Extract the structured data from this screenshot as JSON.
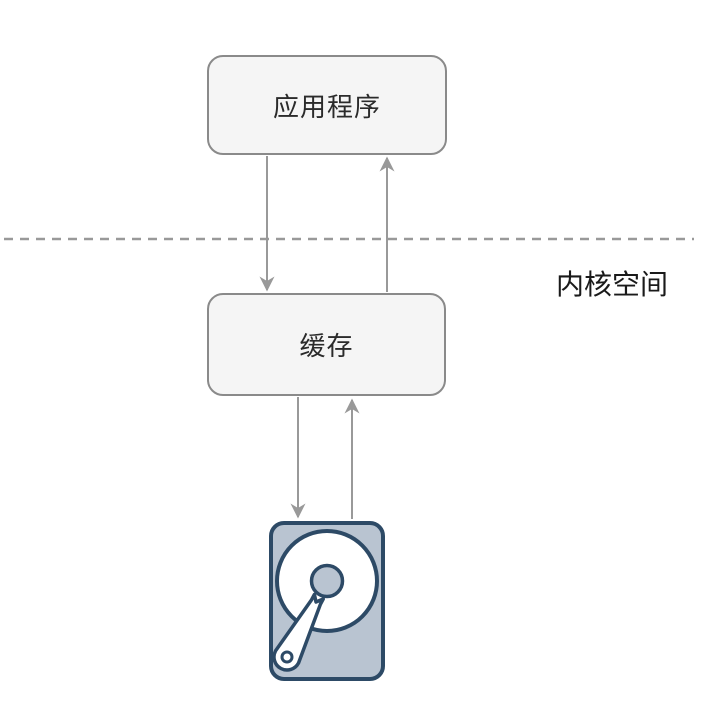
{
  "diagram": {
    "nodes": {
      "application": {
        "label": "应用程序"
      },
      "cache": {
        "label": "缓存"
      }
    },
    "boundary": {
      "label": "内核空间",
      "style": "dashed-horizontal-line",
      "meaning": "kernel space region below the line"
    },
    "icons": {
      "disk": "hard-disk-icon"
    },
    "edges": [
      {
        "from": "application",
        "to": "cache",
        "direction": "down",
        "arrow": "filled-triangle"
      },
      {
        "from": "cache",
        "to": "application",
        "direction": "up",
        "arrow": "filled-triangle"
      },
      {
        "from": "cache",
        "to": "disk",
        "direction": "down",
        "arrow": "filled-triangle"
      },
      {
        "from": "disk",
        "to": "cache",
        "direction": "up",
        "arrow": "filled-triangle"
      }
    ],
    "colors": {
      "background": "#ffffff",
      "node_fill": "#f5f5f5",
      "node_border": "#8a8a8a",
      "node_text": "#2b2b2b",
      "boundary_text": "#1a1a1a",
      "arrow": "#999999",
      "boundary_line": "#999999",
      "disk_body_fill": "#b9c4d1",
      "disk_stroke": "#2d4a66",
      "disk_platter": "#ffffff"
    }
  }
}
